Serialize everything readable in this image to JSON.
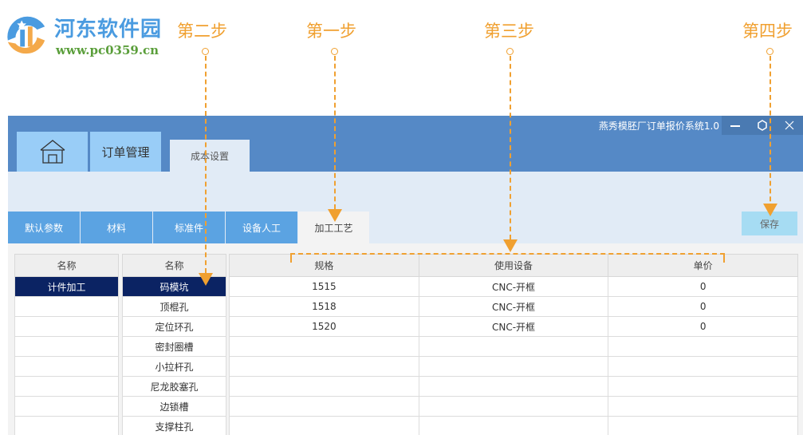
{
  "watermark": {
    "title": "河东软件园",
    "url": "www.pc0359.cn"
  },
  "annotations": {
    "steps": [
      {
        "id": "step1",
        "label": "第一步"
      },
      {
        "id": "step2",
        "label": "第二步"
      },
      {
        "id": "step3",
        "label": "第三步"
      },
      {
        "id": "step4",
        "label": "第四步"
      }
    ],
    "color": "#f0a030"
  },
  "window": {
    "title": "燕秀模胚厂订单报价系统1.0",
    "controls": {
      "minimize": "—",
      "settings": "⚙",
      "close": "X"
    }
  },
  "nav": {
    "home_icon": "home-icon",
    "tabs": [
      {
        "label": "订单管理",
        "active": false
      },
      {
        "label": "成本设置",
        "active": true
      }
    ]
  },
  "subtabs": [
    {
      "label": "默认参数",
      "active": false
    },
    {
      "label": "材料",
      "active": false
    },
    {
      "label": "标准件",
      "active": false
    },
    {
      "label": "设备人工",
      "active": false
    },
    {
      "label": "加工工艺",
      "active": true
    }
  ],
  "toolbar": {
    "save_label": "保存"
  },
  "category_grid": {
    "header": "名称",
    "rows": [
      "计件加工",
      "",
      "",
      "",
      "",
      "",
      "",
      ""
    ],
    "selected_index": 0
  },
  "process_grid": {
    "header": "名称",
    "rows": [
      "码模坑",
      "顶棍孔",
      "定位环孔",
      "密封圈槽",
      "小拉杆孔",
      "尼龙胶塞孔",
      "边锁槽",
      "支撑柱孔"
    ],
    "selected_index": 0
  },
  "spec_grid": {
    "headers": [
      "规格",
      "使用设备",
      "单价"
    ],
    "rows": [
      [
        "1515",
        "CNC-开框",
        "0"
      ],
      [
        "1518",
        "CNC-开框",
        "0"
      ],
      [
        "1520",
        "CNC-开框",
        "0"
      ],
      [
        "",
        "",
        ""
      ],
      [
        "",
        "",
        ""
      ],
      [
        "",
        "",
        ""
      ],
      [
        "",
        "",
        ""
      ],
      [
        "",
        "",
        ""
      ]
    ]
  },
  "colors": {
    "titlebar": "#5589c6",
    "nav_tab": "#99cdf7",
    "subtab": "#5ba3e2",
    "selected_row": "#0b2363",
    "save_button": "#a6dcf3",
    "annotation": "#f0a030"
  }
}
